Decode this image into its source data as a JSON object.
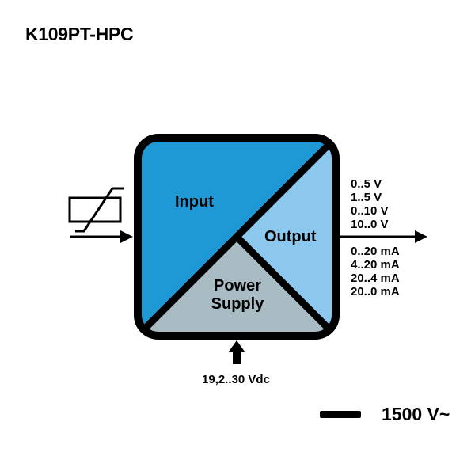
{
  "title": "K109PT-HPC",
  "blocks": {
    "input": "Input",
    "output": "Output",
    "power_line1": "Power",
    "power_line2": "Supply"
  },
  "output_ranges": [
    "0..5 V",
    "1..5 V",
    "0..10 V",
    "10..0 V",
    "0..20 mA",
    "4..20 mA",
    "20..4 mA",
    "20..0 mA"
  ],
  "supply": "19,2..30 Vdc",
  "isolation": "1500 V~",
  "colors": {
    "input": "#1f98d6",
    "output": "#8cc8ee",
    "power": "#a9bcc4",
    "outline": "#000000"
  }
}
